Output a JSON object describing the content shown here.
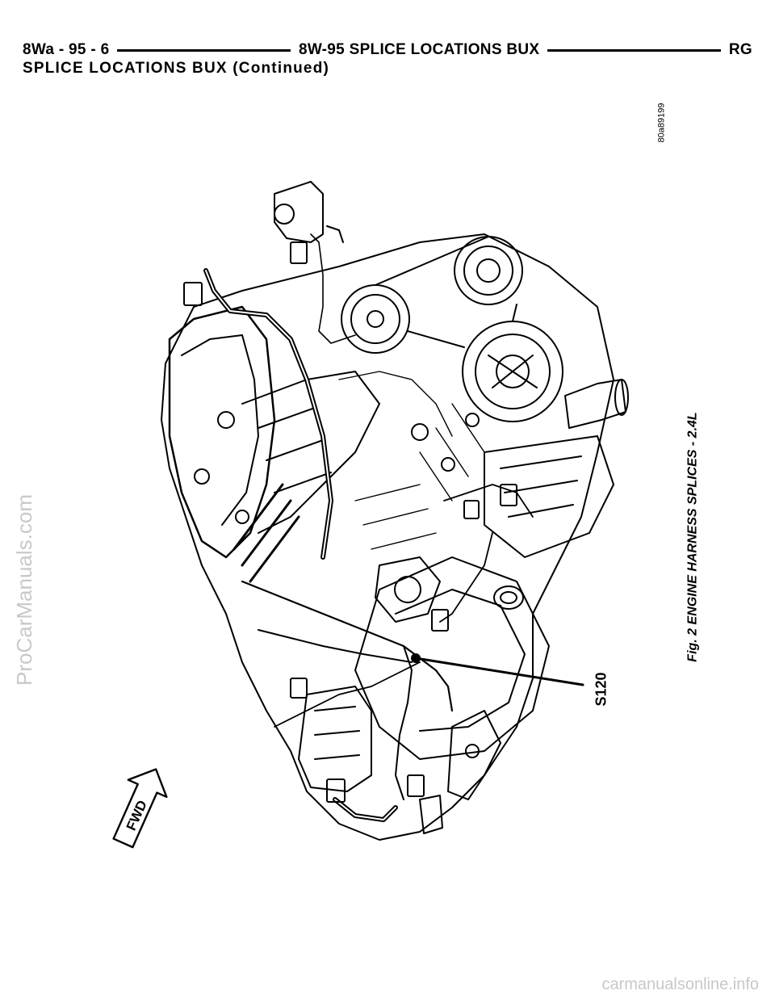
{
  "header": {
    "page_ref": "8Wa - 95 - 6",
    "section_title": "8W-95 SPLICE LOCATIONS BUX",
    "book_code": "RG"
  },
  "subheading": "SPLICE LOCATIONS BUX (Continued)",
  "figure": {
    "art_id": "80a89199",
    "caption": "Fig. 2 ENGINE HARNESS SPLICES - 2.4L",
    "splice_label": "S120",
    "direction_label": "FWD"
  },
  "watermarks": {
    "left": "ProCarManuals.com",
    "bottom": "carmanualsonline.info"
  }
}
